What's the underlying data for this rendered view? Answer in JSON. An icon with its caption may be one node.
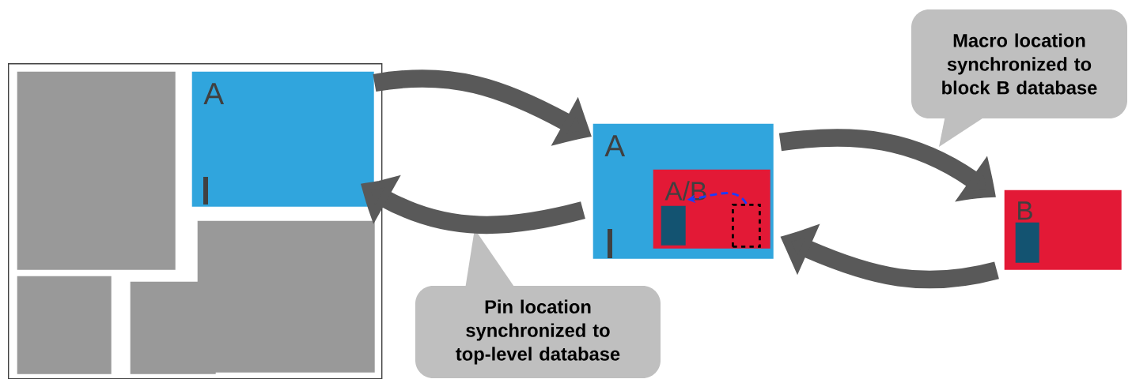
{
  "diagram": {
    "nodes": [
      {
        "text": [],
        "shape": "box"
      },
      {
        "text": [],
        "shape": "box",
        "in": 0
      },
      {
        "text": [
          "A"
        ],
        "in": 0
      },
      {
        "text": [],
        "shape": "box",
        "in": 0
      },
      {
        "text": [],
        "shape": "box",
        "in": 0
      },
      {
        "text": [],
        "shape": "box",
        "in": 0
      },
      {
        "text": [
          "A"
        ]
      },
      {
        "text": [
          "A/B"
        ],
        "in": 6
      },
      {
        "text": [],
        "shape": "box",
        "in": 7
      },
      {
        "text": [],
        "shape": "box",
        "in": 7
      },
      {
        "text": [
          "B"
        ]
      },
      {
        "text": [],
        "shape": "box",
        "in": 10
      },
      {
        "text": [
          "Macro location synchronized to block B database"
        ]
      },
      {
        "text": [
          "Pin location synchronized to top-level database"
        ]
      }
    ],
    "edges": [
      {
        "from": 2,
        "to": 6,
        "arrow": "to"
      },
      {
        "from": 6,
        "to": 2,
        "arrow": "to"
      },
      {
        "from": 6,
        "to": 10,
        "arrow": "to"
      },
      {
        "from": 10,
        "to": 6,
        "arrow": "to"
      },
      {
        "from": 9,
        "to": 8,
        "arrow": "to",
        "style": "dashed",
        "color": "#1a3cff"
      }
    ]
  }
}
